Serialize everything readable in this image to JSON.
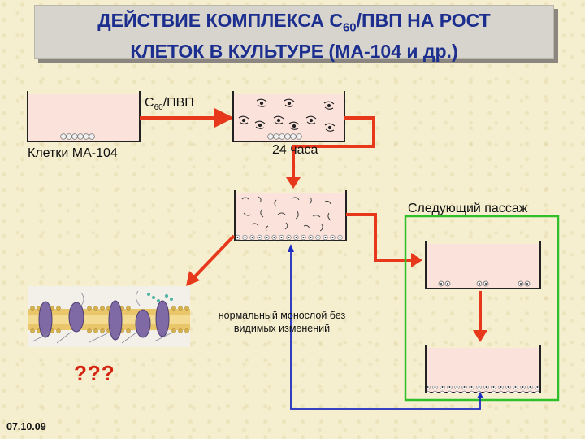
{
  "title": {
    "line1_pre": "ДЕЙСТВИЕ КОМПЛЕКСА С",
    "line1_sub": "60",
    "line1_post": "/ПВП НА РОСТ",
    "line2": "КЛЕТОК В КУЛЬТУРЕ (МА-104 и др.)"
  },
  "labels": {
    "reagent_pre": "С",
    "reagent_sub": "60",
    "reagent_post": "/ПВП",
    "cells": "Клетки МА-104",
    "hours": "24 часа",
    "next_passage": "Следующий пассаж",
    "monolayer_line1": "нормальный монослой без",
    "monolayer_line2": "видимых изменений",
    "question": "???",
    "date": "07.10.09"
  },
  "colors": {
    "title_text": "#1d2f8e",
    "arrow_red": "#e8381c",
    "arrow_blue": "#1c2bc0",
    "frame_green": "#2fbf2a",
    "dish_fill": "#fbe3dc"
  }
}
